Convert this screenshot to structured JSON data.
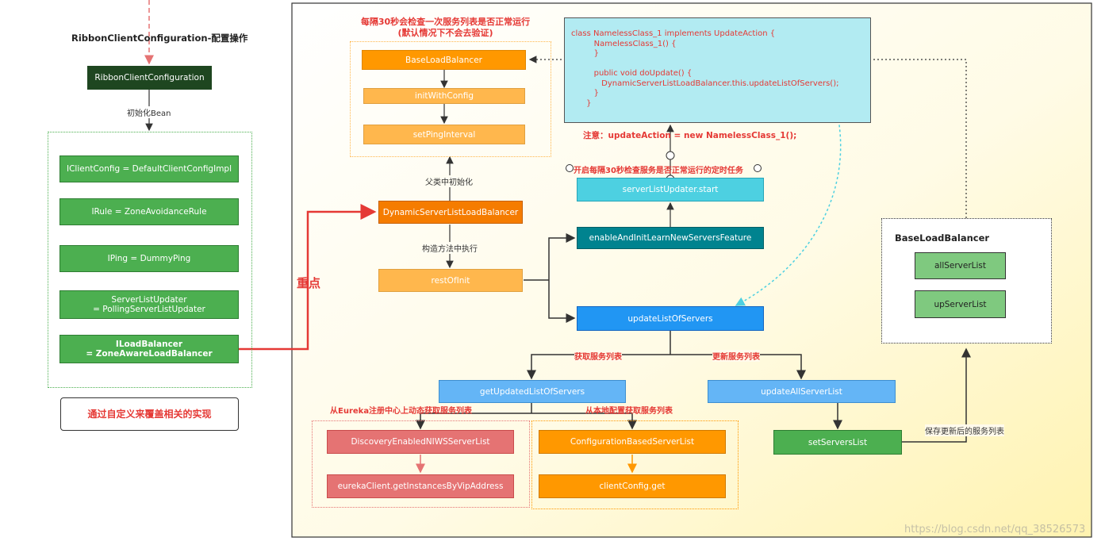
{
  "left": {
    "title": "RibbonClientConfiguration-配置操作",
    "config_node": "RibbonClientConfiguration",
    "init_bean_label": "初始化Bean",
    "beans": [
      "IClientConfig = DefaultClientConfigImpl",
      "IRule = ZoneAvoidanceRule",
      "IPing = DummyPing",
      "ServerListUpdater\n= PollingServerListUpdater",
      "ILoadBalancer\n= ZoneAwareLoadBalancer"
    ],
    "override_note": "通过自定义来覆盖相关的实现",
    "key_point": "重点"
  },
  "main": {
    "ping_note": "每隔30秒会检查一次服务列表是否正常运行\n(默认情况下不会去验证)",
    "base_lb": "BaseLoadBalancer",
    "init_with_config": "initWithConfig",
    "set_ping_interval": "setPingInterval",
    "parent_init_label": "父类中初始化",
    "dynamic_lb": "DynamicServerListLoadBalancer",
    "constructor_label": "构造方法中执行",
    "rest_of_init": "restOfInit",
    "code_lines": [
      "class NamelessClass_1 implements UpdateAction {",
      "         NamelessClass_1() {",
      "         }",
      "",
      "         public void doUpdate() {",
      "            DynamicServerListLoadBalancer.this.updateListOfServers();",
      "         }",
      "      }"
    ],
    "update_action_note": "注意：updateAction = new NamelessClass_1();",
    "timer_note": "开启每隔30秒检查服务是否正常运行的定时任务",
    "updater_start": "serverListUpdater.start",
    "enable_feature": "enableAndInitLearnNewServersFeature",
    "update_list": "updateListOfServers",
    "fetch_label": "获取服务列表",
    "update_label": "更新服务列表",
    "get_updated": "getUpdatedListOfServers",
    "update_all": "updateAllServerList",
    "eureka_note": "从Eureka注册中心上动态获取服务列表",
    "local_note": "从本地配置获取服务列表",
    "discovery_list": "DiscoveryEnabledNIWSServerList",
    "eureka_client": "eurekaClient.getInstancesByVipAddress",
    "config_list": "ConfigurationBasedServerList",
    "client_config_get": "clientConfig.get",
    "set_servers": "setServersList",
    "save_label": "保存更新后的服务列表",
    "right_title": "BaseLoadBalancer",
    "all_server_list": "allServerList",
    "up_server_list": "upServerList"
  },
  "watermark": "https://blog.csdn.net/qq_38526573",
  "colors": {
    "dark_green": "#1e4620",
    "green": "#4caf50",
    "light_green": "#7fc97f",
    "orange": "#ff9800",
    "light_orange": "#ffb74d",
    "cyan": "#4dd0e1",
    "teal": "#00838f",
    "blue": "#2196f3",
    "light_blue": "#64b5f6",
    "rose": "#e57373",
    "code_bg": "#b2ebf2",
    "red": "#e53935"
  }
}
